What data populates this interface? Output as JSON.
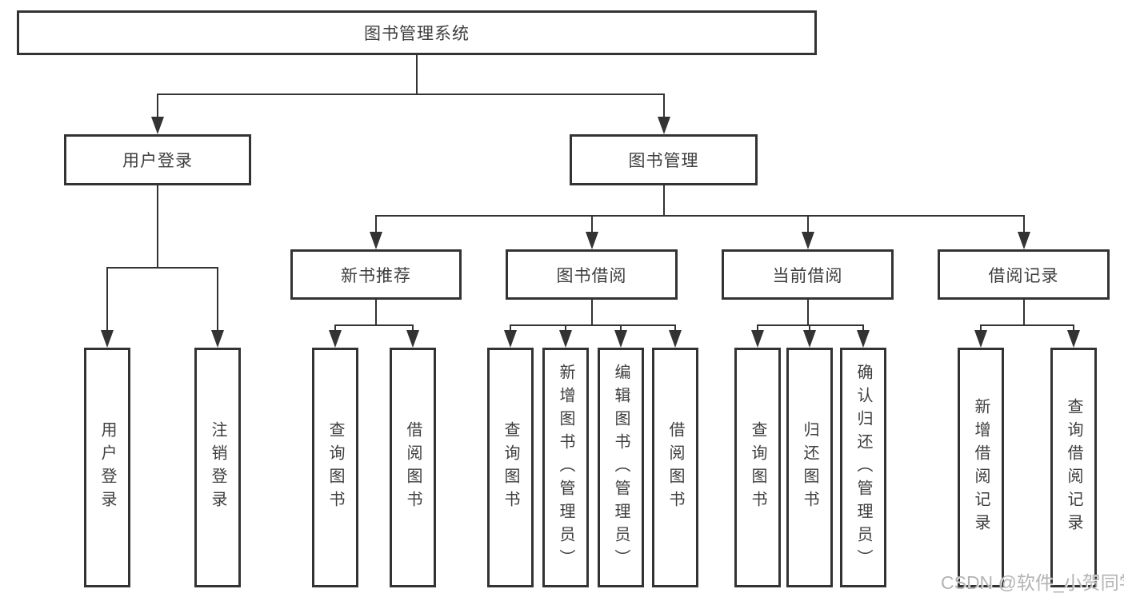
{
  "colors": {
    "line": "#333333",
    "text": "#3e3e3e",
    "background": "#ffffff",
    "watermark": "#b3b3b3"
  },
  "watermark": {
    "text": "CSDN @软件_小贺同学"
  },
  "tree": {
    "label": "图书管理系统",
    "children": [
      {
        "label": "用户登录",
        "children": [
          {
            "label": "用户登录"
          },
          {
            "label": "注销登录"
          }
        ]
      },
      {
        "label": "图书管理",
        "children": [
          {
            "label": "新书推荐",
            "children": [
              {
                "label": "查询图书"
              },
              {
                "label": "借阅图书"
              }
            ]
          },
          {
            "label": "图书借阅",
            "children": [
              {
                "label": "查询图书"
              },
              {
                "label": "新增图书（管理员）"
              },
              {
                "label": "编辑图书（管理员）"
              },
              {
                "label": "借阅图书"
              }
            ]
          },
          {
            "label": "当前借阅",
            "children": [
              {
                "label": "查询图书"
              },
              {
                "label": "归还图书"
              },
              {
                "label": "确认归还（管理员）"
              }
            ]
          },
          {
            "label": "借阅记录",
            "children": [
              {
                "label": "新增借阅记录"
              },
              {
                "label": "查询借阅记录"
              }
            ]
          }
        ]
      }
    ]
  }
}
